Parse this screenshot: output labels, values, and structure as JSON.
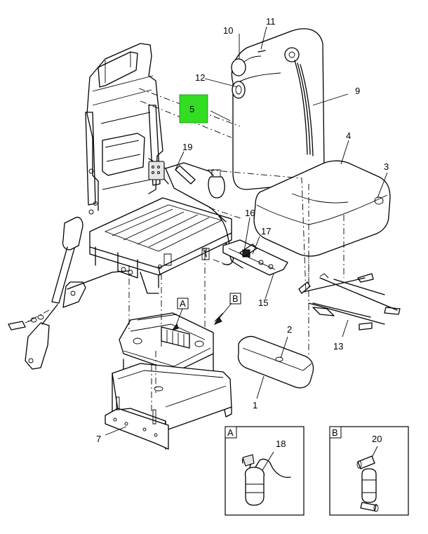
{
  "callouts": {
    "c1": "1",
    "c2": "2",
    "c3": "3",
    "c4": "4",
    "c5": "5",
    "c7": "7",
    "c9": "9",
    "c10": "10",
    "c11": "11",
    "c12": "12",
    "c13": "13",
    "c15": "15",
    "c16": "16",
    "c17": "17",
    "c18": "18",
    "c19": "19",
    "c20": "20"
  },
  "view_refs": {
    "a": "A",
    "b": "B"
  },
  "detail_views": {
    "a": "A",
    "b": "B"
  },
  "colors": {
    "highlight": "#33dd22",
    "line": "#000000",
    "background": "#ffffff"
  }
}
